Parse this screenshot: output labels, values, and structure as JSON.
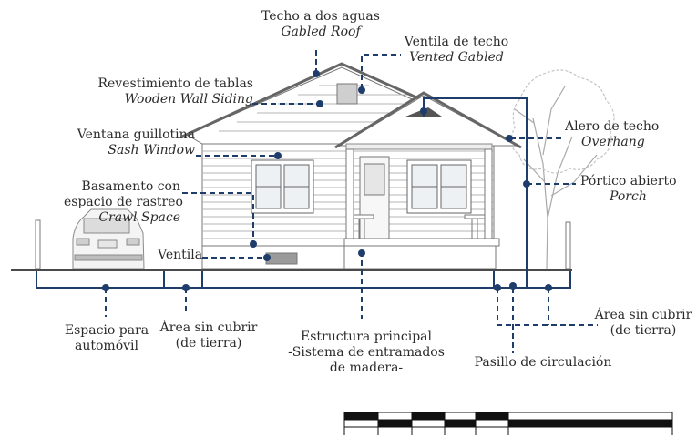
{
  "colors": {
    "callout": "#1f3d6b",
    "drawing": "#6e6e6e",
    "ground": "#4a4a4a"
  },
  "labels": {
    "techo": {
      "es": "Techo a dos aguas",
      "en": "Gabled Roof"
    },
    "ventila_techo": {
      "es": "Ventila de techo",
      "en": "Vented Gabled"
    },
    "revestimiento": {
      "es": "Revestimiento de tablas",
      "en": "Wooden Wall Siding"
    },
    "ventana": {
      "es": "Ventana guillotina",
      "en": "Sash Window"
    },
    "basamento": {
      "es1": "Basamento con",
      "es2": "espacio de rastreo",
      "en": "Crawl Space"
    },
    "ventila": {
      "es": "Ventila"
    },
    "alero": {
      "es": "Alero de techo",
      "en": "Overhang"
    },
    "portico": {
      "es": "Pórtico abierto",
      "en": "Porch"
    },
    "espacio_auto": {
      "l1": "Espacio para",
      "l2": "automóvil"
    },
    "area_izq": {
      "l1": "Área sin cubrir",
      "l2": "(de tierra)"
    },
    "estructura": {
      "l1": "Estructura principal",
      "l2": "-Sistema de entramados",
      "l3": "de madera-"
    },
    "area_der": {
      "l1": "Área sin cubrir",
      "l2": "(de tierra)"
    },
    "pasillo": {
      "l1": "Pasillo de circulación"
    }
  }
}
